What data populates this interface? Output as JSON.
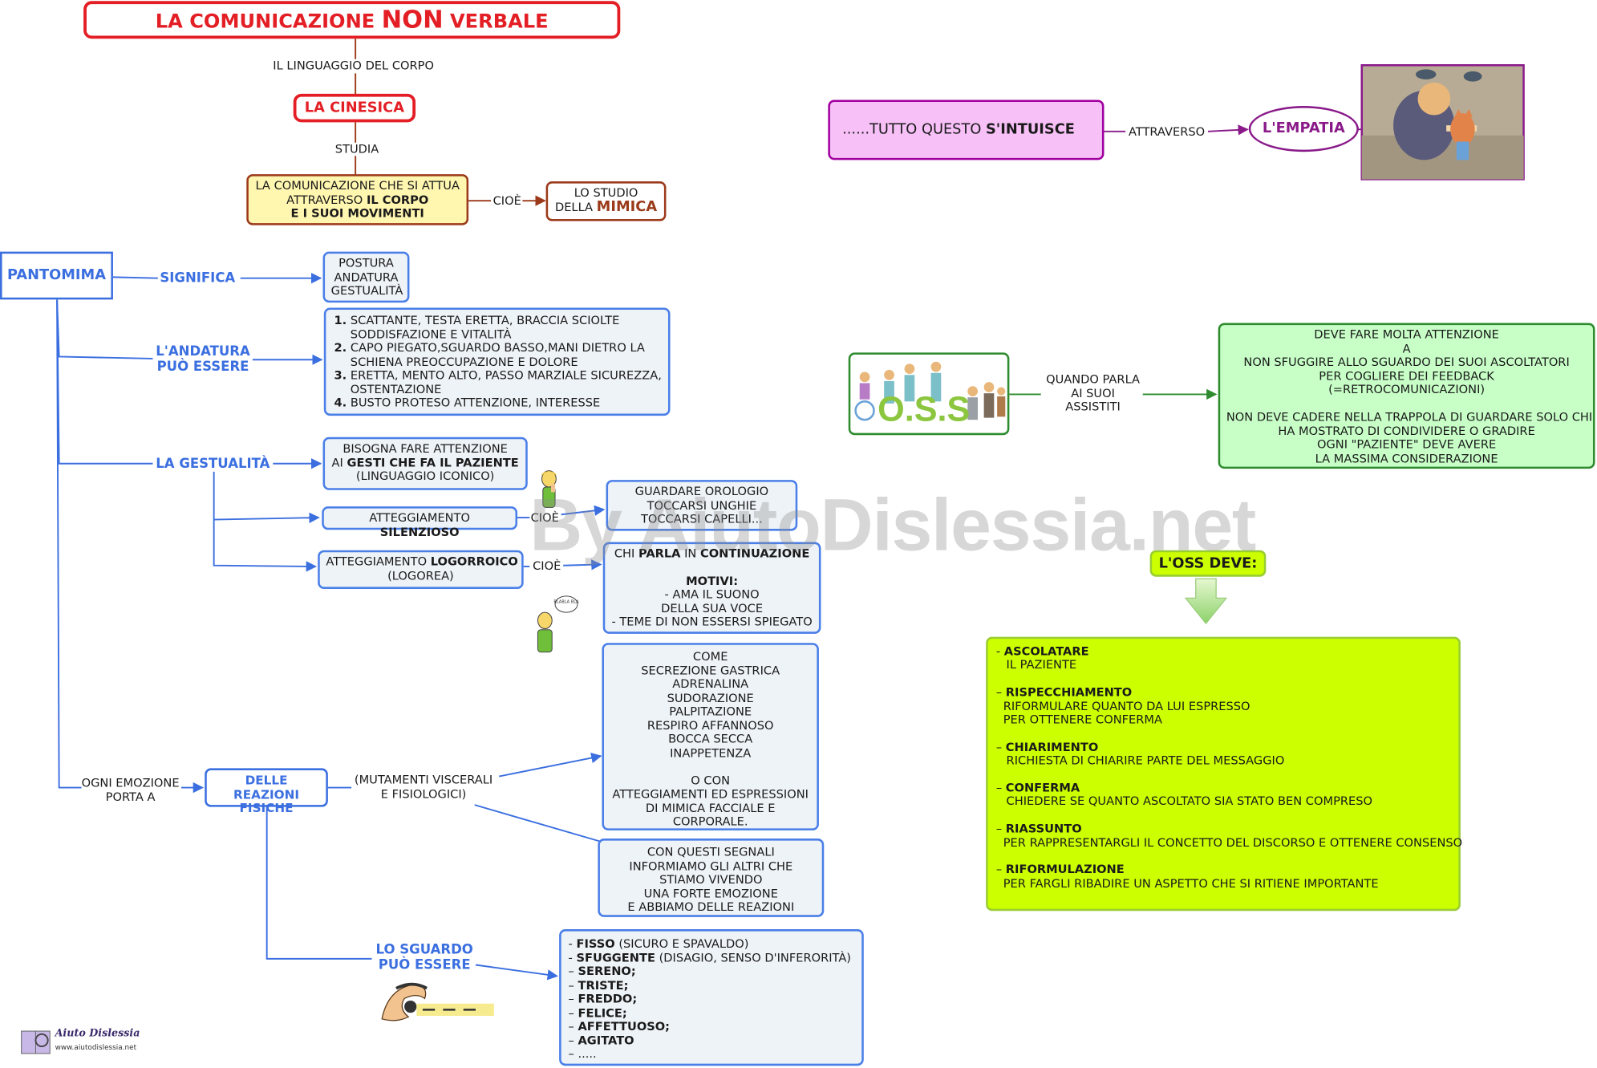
{
  "title": {
    "pre": "LA COMUNICAZIONE ",
    "bold": "NON",
    "post": " VERBALE"
  },
  "link_linguaggio": "IL LINGUAGGIO DEL CORPO",
  "cinesica": "LA CINESICA",
  "link_studia": "STUDIA",
  "comunicazione": {
    "l1": "LA COMUNICAZIONE CHE SI ATTUA",
    "l2a": "ATTRAVERSO ",
    "l2b": "IL CORPO",
    "l3": "E I SUOI MOVIMENTI"
  },
  "link_cioe": "CIOÈ",
  "studio": {
    "l1": "LO STUDIO",
    "l2a": "DELLA ",
    "l2b": "MIMICA"
  },
  "pantomima": "PANTOMIMA",
  "significa": "SIGNIFICA",
  "significa_box": [
    "POSTURA",
    "ANDATURA",
    "GESTUALITÀ"
  ],
  "andatura_label": [
    "L'ANDATURA",
    "PUÒ ESSERE"
  ],
  "andatura_list": [
    {
      "num": "1.",
      "lines": [
        "SCATTANTE, TESTA ERETTA, BRACCIA SCIOLTE",
        "SODDISFAZIONE E VITALITÀ"
      ]
    },
    {
      "num": "2.",
      "lines": [
        "CAPO PIEGATO,SGUARDO BASSO,MANI DIETRO LA",
        "SCHIENA  PREOCCUPAZIONE E DOLORE"
      ]
    },
    {
      "num": "3.",
      "lines": [
        "ERETTA, MENTO ALTO, PASSO MARZIALE SICUREZZA,",
        "OSTENTAZIONE"
      ]
    },
    {
      "num": "4.",
      "lines": [
        "BUSTO PROTESO ATTENZIONE, INTERESSE"
      ]
    }
  ],
  "gestualita_label": "LA GESTUALITÀ",
  "gesti_box": {
    "l1": "BISOGNA FARE ATTENZIONE",
    "l2a": "AI ",
    "l2b": "GESTI CHE FA IL PAZIENTE",
    "l3": "(LINGUAGGIO ICONICO)"
  },
  "silenzioso": {
    "a": "ATTEGGIAMENTO ",
    "b": "SILENZIOSO"
  },
  "cioe2": "CIOÈ",
  "silenzioso_box": [
    "GUARDARE OROLOGIO",
    "TOCCARSI UNGHIE",
    "TOCCARSI CAPELLI..."
  ],
  "logorroico": {
    "a": "ATTEGGIAMENTO ",
    "b": "LOGORROICO",
    "l2": "(LOGOREA)"
  },
  "cioe3": "CIOÈ",
  "logorroico_box": {
    "l1a": "CHI ",
    "l1b": "PARLA",
    "l1c": " IN ",
    "l1d": "CONTINUAZIONE",
    "motivi": "MOTIVI:",
    "m1": "- AMA IL SUONO",
    "m2": "DELLA SUA VOCE",
    "m3": "- TEME DI NON ESSERSI SPIEGATO"
  },
  "bubble_text": "BLABLA BLA",
  "reazioni_box": [
    "COME",
    "SECREZIONE GASTRICA",
    "ADRENALINA",
    "SUDORAZIONE",
    "PALPITAZIONE",
    "RESPIRO AFFANNOSO",
    "BOCCA SECCA",
    "INAPPETENZA",
    "",
    "O  CON",
    "ATTEGGIAMENTI ED ESPRESSIONI",
    "DI MIMICA FACCIALE E",
    "CORPORALE."
  ],
  "segnali_box": [
    "CON QUESTI SEGNALI",
    "INFORMIAMO GLI ALTRI CHE",
    "STIAMO VIVENDO",
    "UNA FORTE EMOZIONE",
    "E ABBIAMO DELLE REAZIONI"
  ],
  "emozione_label": [
    "OGNI EMOZIONE",
    "PORTA A"
  ],
  "reazioni_label": [
    "DELLE REAZIONI",
    "FISICHE"
  ],
  "mutamenti": [
    "(MUTAMENTI VISCERALI",
    "E FISIOLOGICI)"
  ],
  "sguardo_label": [
    "LO SGUARDO",
    "PUÒ ESSERE"
  ],
  "sguardo_list": [
    {
      "b": "FISSO",
      "t": " (SICURO E SPAVALDO)"
    },
    {
      "b": "SFUGGENTE",
      "t": " (DISAGIO, SENSO D'INFERORITÀ)"
    },
    {
      "b": "SERENO;",
      "t": ""
    },
    {
      "b": "TRISTE;",
      "t": ""
    },
    {
      "b": "FREDDO;",
      "t": ""
    },
    {
      "b": "FELICE;",
      "t": ""
    },
    {
      "b": "AFFETTUOSO;",
      "t": ""
    },
    {
      "b": "AGITATO",
      "t": ""
    },
    {
      "b": "",
      "t": "....."
    }
  ],
  "tutto": {
    "a": "......TUTTO QUESTO ",
    "b": "S'INTUISCE"
  },
  "attraverso": "ATTRAVERSO",
  "empatia": "L'EMPATIA",
  "oss_logo": "O.S.S",
  "quando_parla": [
    "QUANDO PARLA",
    "AI SUOI",
    "ASSISTITI"
  ],
  "attenzione_box": [
    "DEVE FARE MOLTA ATTENZIONE",
    "A",
    "NON SFUGGIRE ALLO SGUARDO DEI SUOI ASCOLTATORI",
    "PER COGLIERE DEI FEEDBACK",
    "(=RETROCOMUNICAZIONI)",
    "",
    "NON DEVE CADERE NELLA TRAPPOLA DI GUARDARE SOLO CHI",
    "HA MOSTRATO DI CONDIVIDERE O GRADIRE",
    "OGNI \"PAZIENTE\" DEVE AVERE",
    "LA MASSIMA CONSIDERAZIONE"
  ],
  "oss_deve": "L'OSS DEVE:",
  "deve_list": [
    {
      "h": "ASCOLATARE",
      "d": "IL PAZIENTE"
    },
    {
      "h": "RISPECCHIAMENTO",
      "d": "RIFORMULARE QUANTO DA LUI ESPRESSO\nPER OTTENERE CONFERMA"
    },
    {
      "h": "CHIARIMENTO",
      "d": "RICHIESTA DI CHIARIRE PARTE DEL MESSAGGIO"
    },
    {
      "h": "CONFERMA",
      "d": "CHIEDERE SE QUANTO ASCOLTATO SIA STATO BEN COMPRESO"
    },
    {
      "h": "RIASSUNTO",
      "d": "PER RAPPRESENTARGLI IL CONCETTO DEL DISCORSO E OTTENERE CONSENSO"
    },
    {
      "h": "RIFORMULAZIONE",
      "d": "PER FARGLI RIBADIRE UN ASPETTO CHE SI RITIENE IMPORTANTE"
    }
  ],
  "watermark": "By AiutoDislessia.net",
  "footer_logo": {
    "name": "Aiuto Dislessia",
    "url": "www.aiutodislessia.net"
  },
  "colors": {
    "red": "#e31e24",
    "blue": "#4a7fe8",
    "brown": "#9b3a1a",
    "purple": "#8a1a8a",
    "green": "#2e8b2e",
    "lime": "#ccff00"
  }
}
